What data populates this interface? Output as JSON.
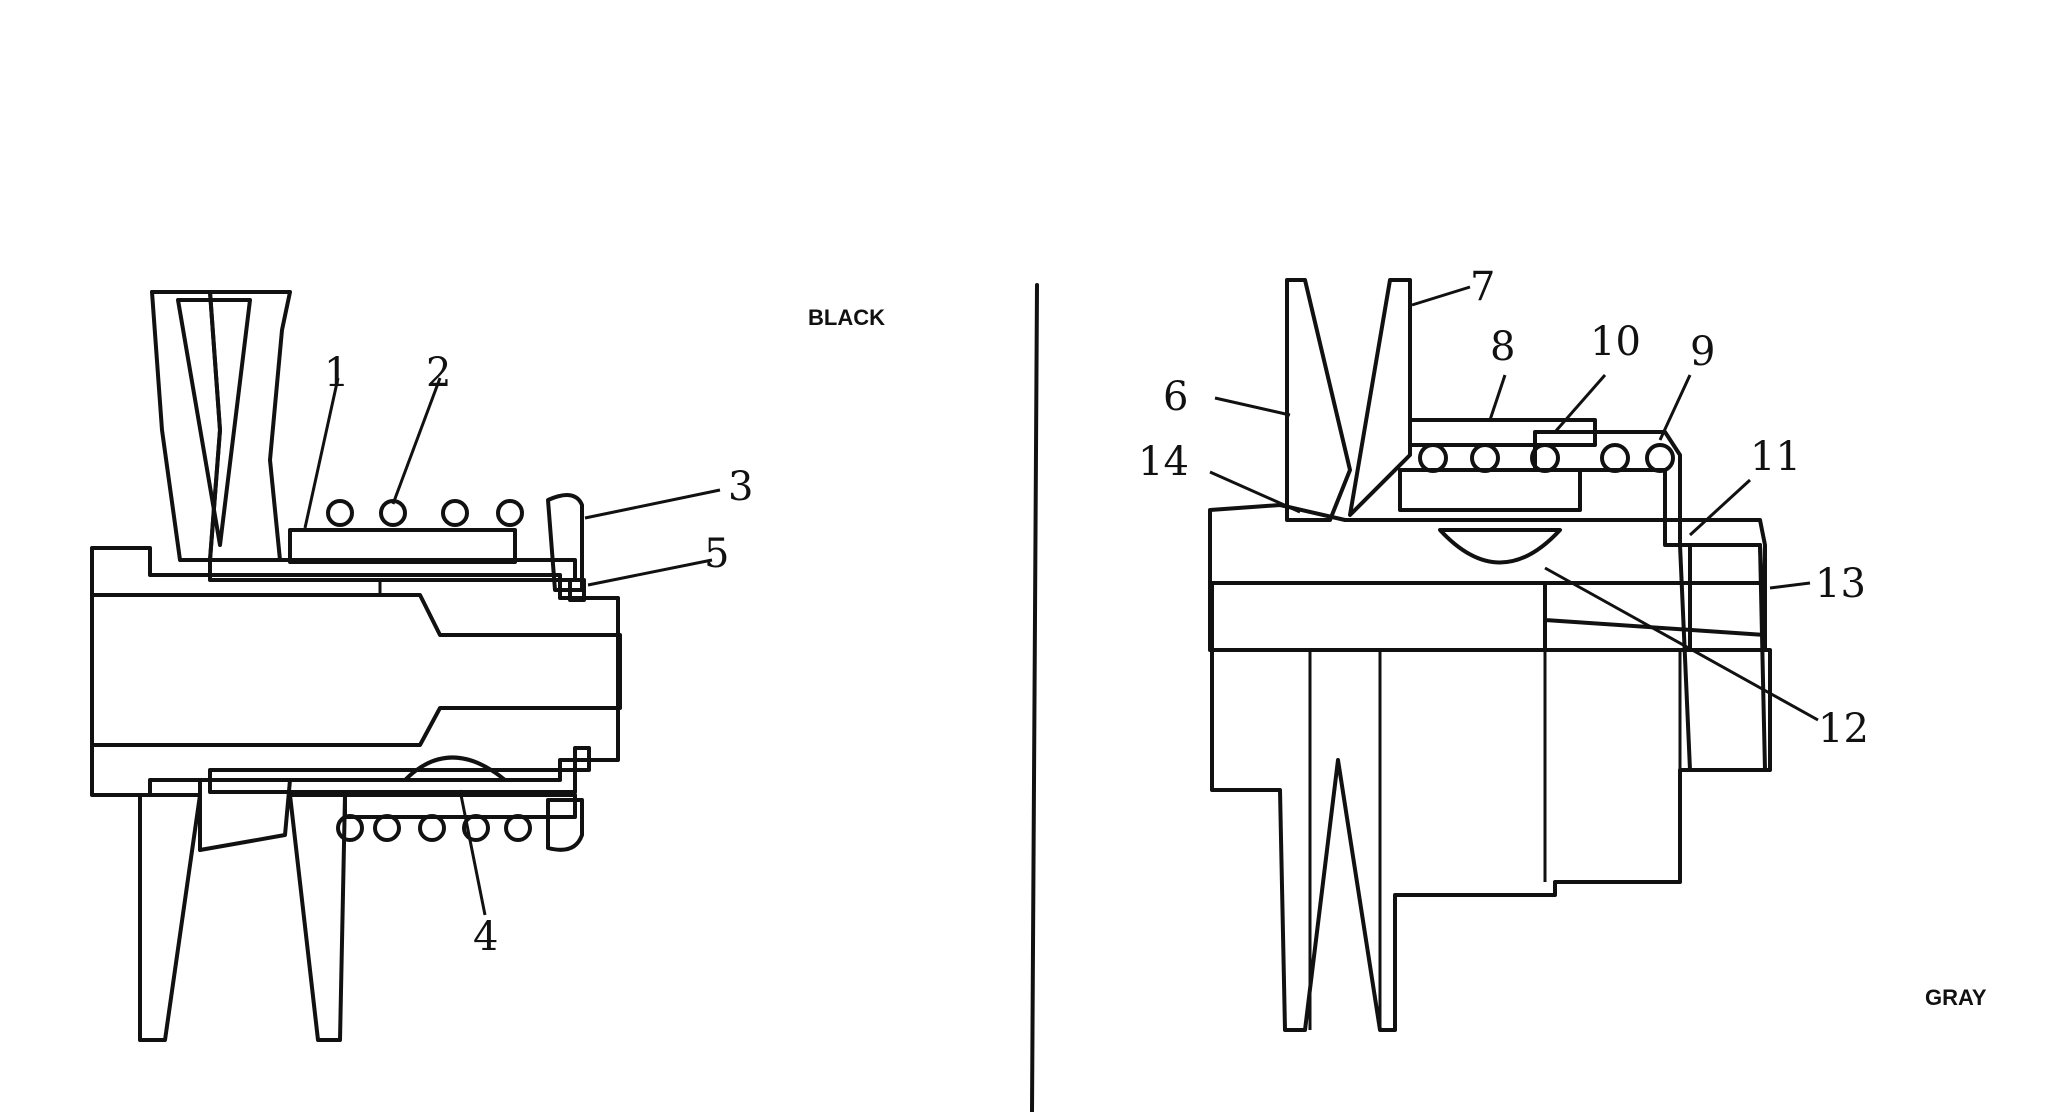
{
  "tags": {
    "left": "BLACK",
    "right": "GRAY"
  },
  "left_callouts": [
    "1",
    "2",
    "3",
    "4",
    "5"
  ],
  "right_callouts": [
    "6",
    "7",
    "8",
    "9",
    "10",
    "11",
    "12",
    "13",
    "14"
  ],
  "colors": {
    "ink": "#111111",
    "paper": "#ffffff"
  }
}
